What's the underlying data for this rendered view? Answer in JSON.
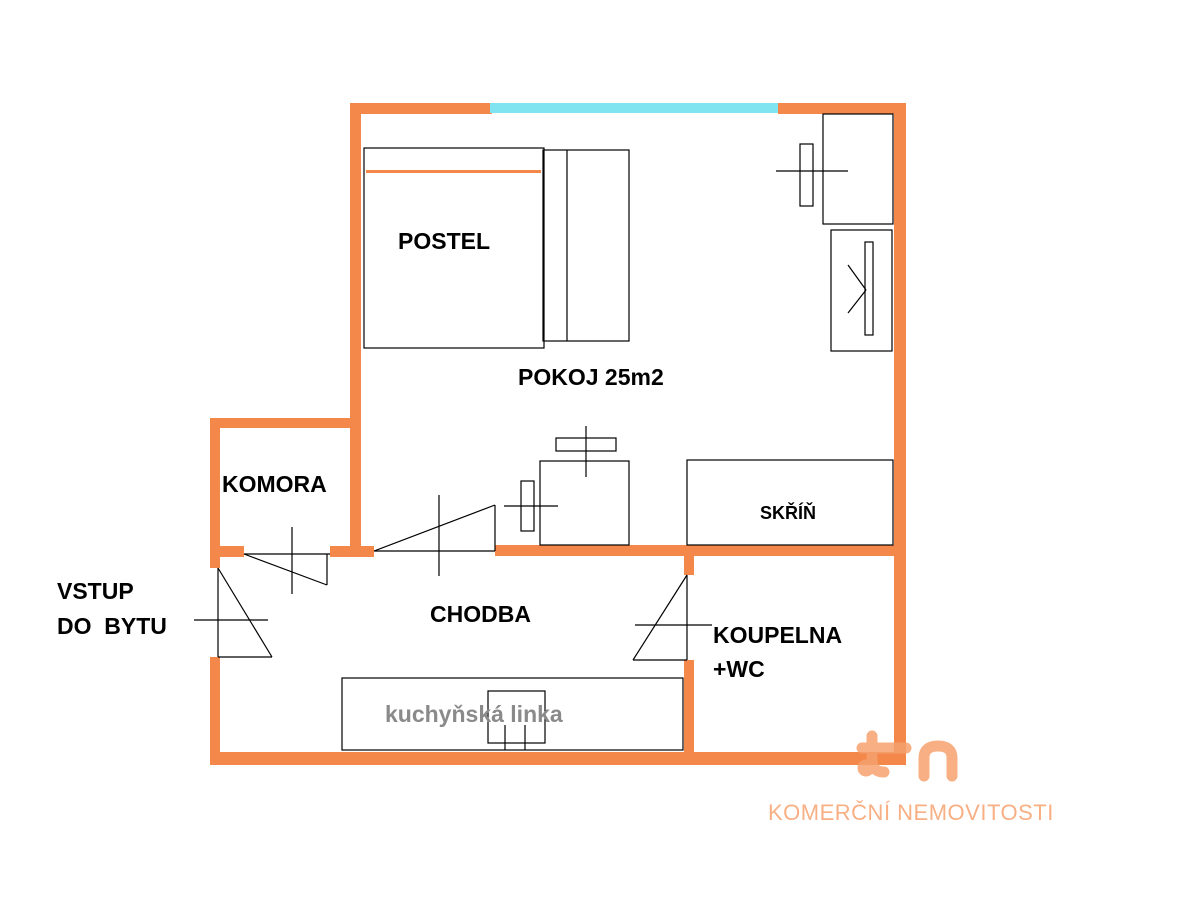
{
  "rooms": {
    "postel": "POSTEL",
    "pokoj": "POKOJ 25m2",
    "komora": "KOMORA",
    "skrin": "SKŘÍŇ",
    "vstup_line1": "VSTUP",
    "vstup_line2": "DO  BYTU",
    "chodba": "CHODBA",
    "koupelna_line1": "KOUPELNA",
    "koupelna_line2": "+WC",
    "kuchyn": "kuchyňská linka"
  },
  "logo": {
    "tagline": "KOMERČNÍ NEMOVITOSTI"
  },
  "colors": {
    "wall": "#f4874a",
    "window": "#7fe3f0",
    "kitchen_label": "#8a8a8a",
    "logo": "#f6a26e"
  }
}
